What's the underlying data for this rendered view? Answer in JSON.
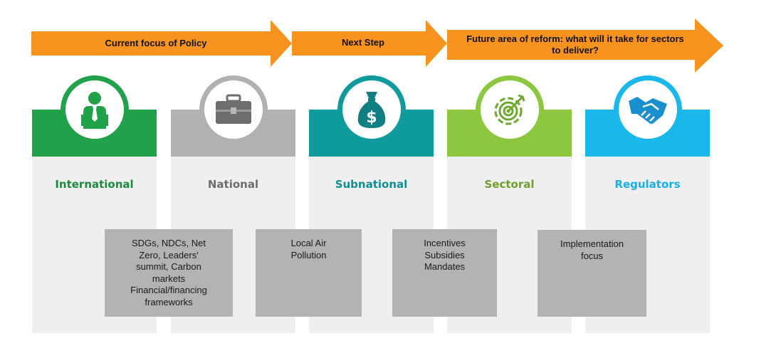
{
  "arrows": [
    {
      "label": "Current focus of Policy",
      "color": "#f7931e"
    },
    {
      "label": "Next Step",
      "color": "#f7931e"
    },
    {
      "label_lines": [
        "Future area of reform: what will it take for sectors",
        "to deliver?"
      ],
      "color": "#f7931e"
    }
  ],
  "columns": [
    {
      "title": "International",
      "color": "#21a24a",
      "title_color": "#1c8a3f",
      "icon": "businessman-icon"
    },
    {
      "title": "National",
      "color": "#b1b1b3",
      "title_color": "#6d6d6d",
      "icon": "briefcase-icon"
    },
    {
      "title": "Subnational",
      "color": "#0f9a9c",
      "title_color": "#0f8f92",
      "icon": "money-bag-icon"
    },
    {
      "title": "Sectoral",
      "color": "#8dc63f",
      "title_color": "#6e9f2e",
      "icon": "target-gear-icon"
    },
    {
      "title": "Regulators",
      "color": "#1ab7ea",
      "title_color": "#1ab0e6",
      "icon": "handshake-icon"
    }
  ],
  "notes": [
    {
      "lines": [
        "SDGs, NDCs, Net",
        "Zero, Leaders'",
        "summit, Carbon",
        "markets",
        "Financial/financing",
        "frameworks"
      ]
    },
    {
      "lines": [
        "Local Air",
        "Pollution"
      ]
    },
    {
      "lines": [
        "Incentives",
        "Subsidies",
        "Mandates"
      ]
    },
    {
      "lines": [
        "Implementation",
        "focus"
      ]
    }
  ]
}
